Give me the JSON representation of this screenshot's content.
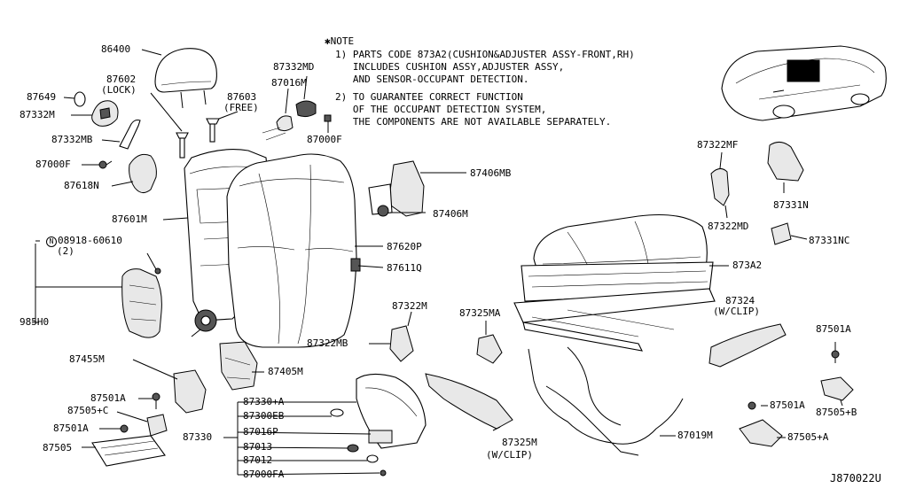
{
  "diagram_id": "J870022U",
  "note": {
    "header": "✱NOTE",
    "line1": "1) PARTS CODE 873A2(CUSHION&ADJUSTER ASSY-FRONT,RH)",
    "line2": "   INCLUDES CUSHION ASSY,ADJUSTER ASSY,",
    "line3": "   AND SENSOR-OCCUPANT DETECTION.",
    "line4": "2) TO GUARANTEE CORRECT FUNCTION",
    "line5": "   OF THE OCCUPANT DETECTION SYSTEM,",
    "line6": "   THE COMPONENTS ARE NOT AVAILABLE SEPARATELY."
  },
  "labels": {
    "p86400": "86400",
    "p87602": "87602",
    "p87602_sub": "(LOCK)",
    "p87649": "87649",
    "p87332M": "87332M",
    "p87603": "87603",
    "p87603_sub": "(FREE)",
    "p87016M": "87016M",
    "p87332MD": "87332MD",
    "p87332MB_top": "87332MB",
    "p87000F_top": "87000F",
    "p87000F_left": "87000F",
    "p87618N": "87618N",
    "p87406MB": "87406MB",
    "p87406M": "87406M",
    "p87601M": "87601M",
    "p08918": "08918-60610",
    "p08918_sub": "(2)",
    "p87620P": "87620P",
    "p87611Q": "87611Q",
    "p985H0": "985H0",
    "p87322MF": "87322MF",
    "p87331N": "87331N",
    "p87322MD": "87322MD",
    "p87331NC": "87331NC",
    "p873A2": "873A2",
    "p87324": "87324",
    "p87324_sub": "(W/CLIP)",
    "p87322M": "87322M",
    "p87325MA": "87325MA",
    "p87322MB_mid": "87322MB",
    "p87501A_right1": "87501A",
    "p87455M": "87455M",
    "p87405M": "87405M",
    "p87501A_left1": "87501A",
    "p87505C": "87505+C",
    "p87501A_left2": "87501A",
    "p87505": "87505",
    "p87330A": "87330+A",
    "p87300EB": "87300EB",
    "p87016P": "87016P",
    "p87330": "87330",
    "p87013": "87013",
    "p87012": "87012",
    "p87000FA": "87000FA",
    "p87325M": "87325M",
    "p87325M_sub": "(W/CLIP)",
    "p87019M": "87019M",
    "p87501A_right2": "87501A",
    "p87505B": "87505+B",
    "p87505A": "87505+A"
  }
}
